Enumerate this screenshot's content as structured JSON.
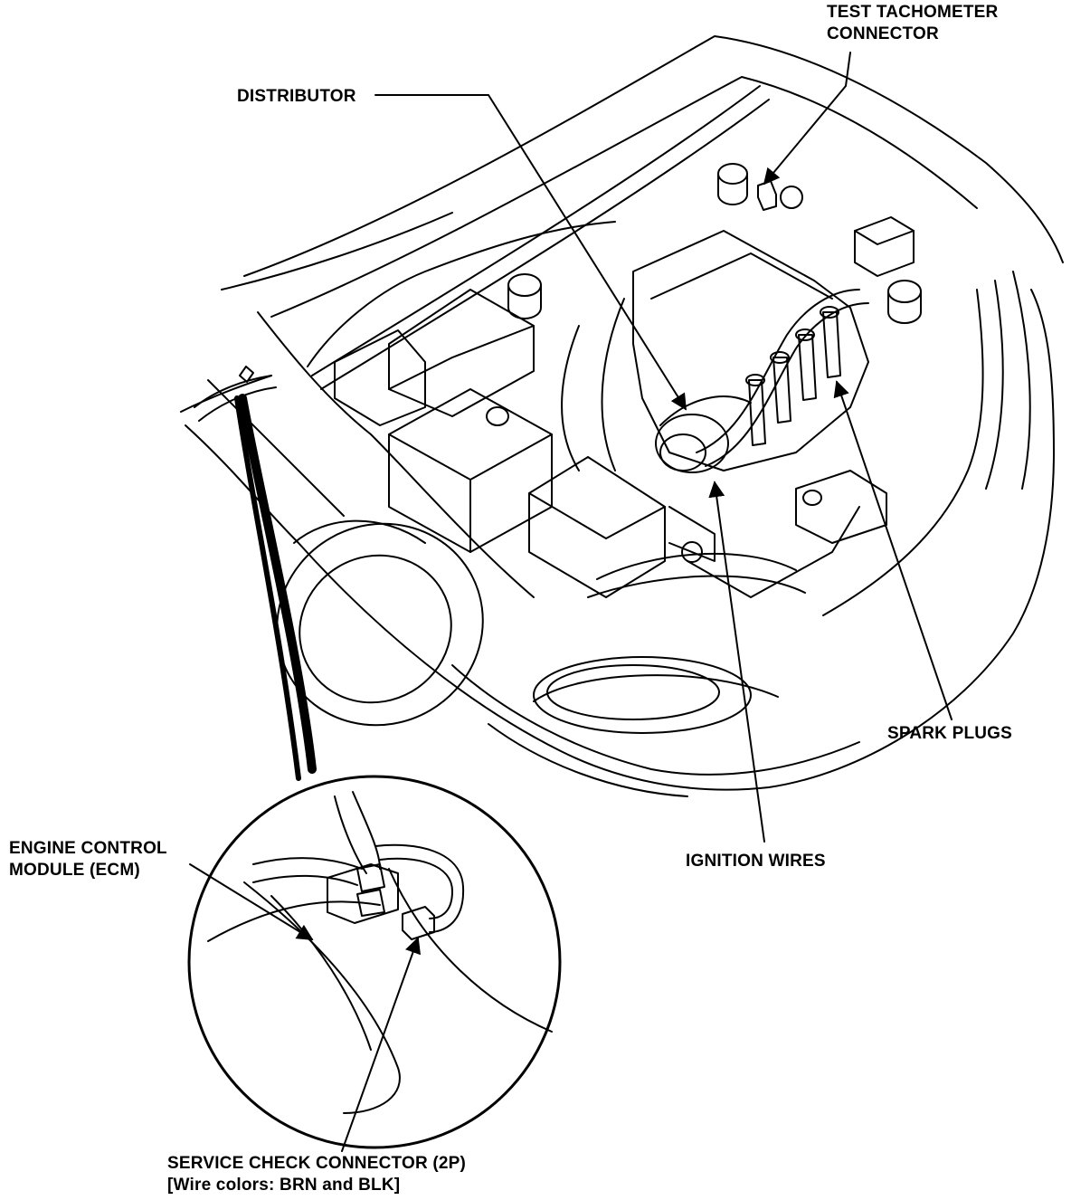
{
  "labels": {
    "test_tachometer_connector": [
      "TEST TACHOMETER",
      "CONNECTOR"
    ],
    "distributor": "DISTRIBUTOR",
    "spark_plugs": "SPARK PLUGS",
    "ignition_wires": "IGNITION WIRES",
    "engine_control_module": [
      "ENGINE CONTROL",
      "MODULE (ECM)"
    ],
    "service_check_connector": [
      "SERVICE CHECK CONNECTOR (2P)",
      "[Wire colors: BRN and BLK]"
    ]
  },
  "colors": {
    "ink": "#000000",
    "paper": "#ffffff"
  }
}
